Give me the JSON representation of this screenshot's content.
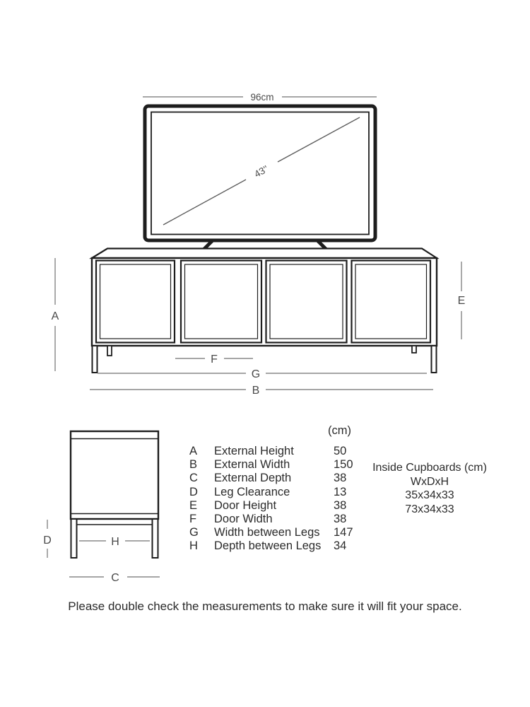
{
  "tv": {
    "width_label": "96cm",
    "screen_size_label": "43''"
  },
  "front_view": {
    "height_label": "A",
    "door_height_label": "E",
    "door_width_label": "F",
    "between_legs_label": "G",
    "width_label": "B"
  },
  "side_view": {
    "leg_clearance_label": "D",
    "between_legs_label": "H",
    "depth_label": "C"
  },
  "measurements": {
    "unit_header": "(cm)",
    "rows": [
      {
        "letter": "A",
        "name": "External Height",
        "value": "50"
      },
      {
        "letter": "B",
        "name": "External Width",
        "value": "150"
      },
      {
        "letter": "C",
        "name": "External Depth",
        "value": "38"
      },
      {
        "letter": "D",
        "name": "Leg Clearance",
        "value": "13"
      },
      {
        "letter": "E",
        "name": "Door Height",
        "value": "38"
      },
      {
        "letter": "F",
        "name": "Door Width",
        "value": "38"
      },
      {
        "letter": "G",
        "name": "Width between Legs",
        "value": "147"
      },
      {
        "letter": "H",
        "name": "Depth between Legs",
        "value": "34"
      }
    ]
  },
  "inside_cupboards": {
    "title": "Inside Cupboards (cm)",
    "dims_header": "WxDxH",
    "sizes": [
      "35x34x33",
      "73x34x33"
    ]
  },
  "note": "Please double check the measurements to make sure it will fit your space.",
  "colors": {
    "drawing_line": "#1d1d1d",
    "dimension_line": "#707070",
    "text": "#2b2b2b"
  }
}
